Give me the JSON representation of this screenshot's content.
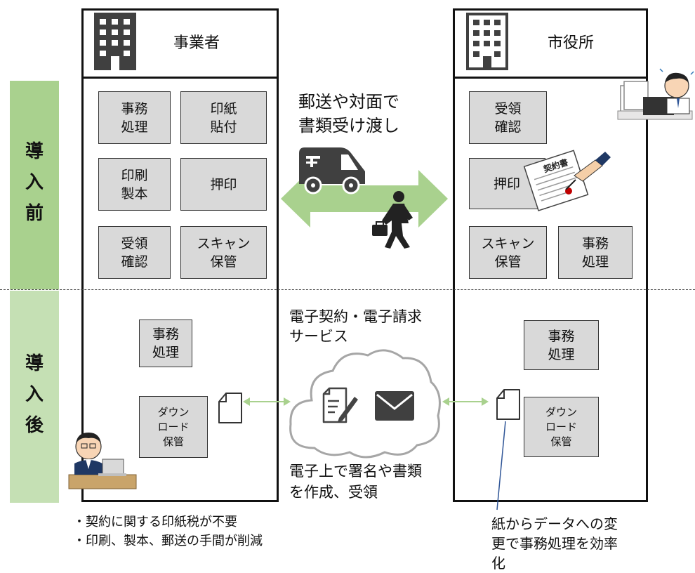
{
  "phases": {
    "before": "導入前",
    "after": "導入後"
  },
  "business": {
    "title": "事業者",
    "before_boxes": [
      "事務\n処理",
      "印紙\n貼付",
      "印刷\n製本",
      "押印",
      "受領\n確認",
      "スキャン\n保管"
    ],
    "after_boxes": [
      "事務\n処理",
      "ダウン\nロード\n保管"
    ]
  },
  "city": {
    "title": "市役所",
    "before_boxes": [
      "受領\n確認",
      "押印",
      "スキャン\n保管",
      "事務\n処理"
    ],
    "after_boxes": [
      "事務\n処理",
      "ダウン\nロード\n保管"
    ]
  },
  "exchange_label": "郵送や対面で\n書類受け渡し",
  "contract_stamp_text": "契約書",
  "service_label": "電子契約・電子請求\nサービス",
  "cloud_caption": "電子上で署名や書類\nを作成、受領",
  "benefits": [
    "・契約に関する印紙税が不要",
    "・印刷、製本、郵送の手間が削減"
  ],
  "efficiency_note": "紙からデータへの変\n更で事務処理を効率\n化",
  "colors": {
    "before_band": "#a9d18e",
    "after_band": "#c5e0b4",
    "arrow": "#a9d18e",
    "box_fill": "#d9d9d9",
    "icon_dark": "#404040"
  },
  "icons": [
    "building-icon",
    "truck-icon",
    "walking-businessman-icon",
    "document-icon",
    "pen-document-icon",
    "envelope-icon",
    "cloud-icon",
    "worker-at-laptop-icon",
    "signing-contract-icon",
    "stressed-worker-icon"
  ]
}
